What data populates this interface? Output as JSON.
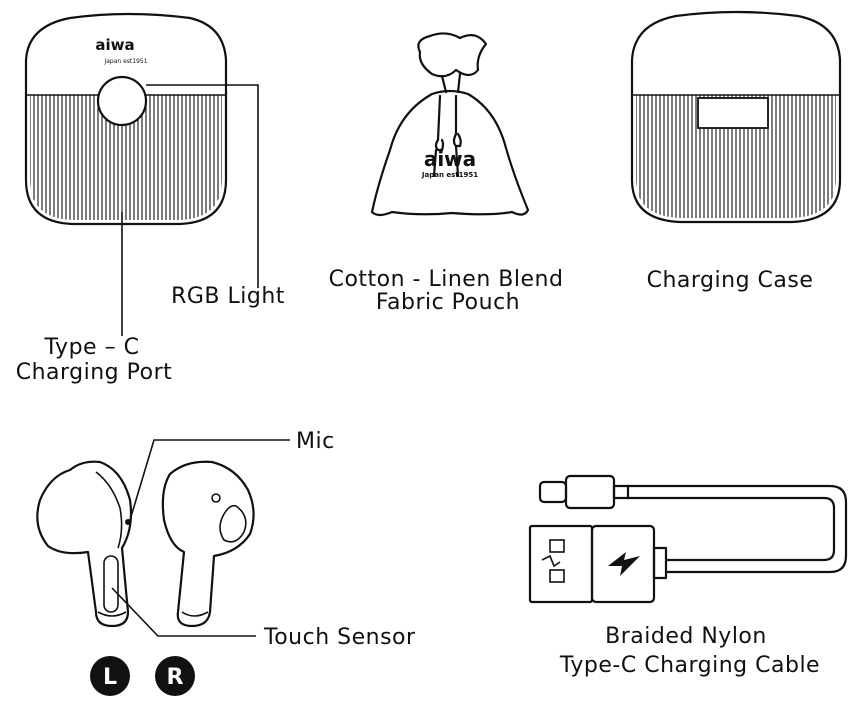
{
  "case_front": {
    "brand": "aiwa",
    "tagline": "Japan est1951",
    "label_rgb": "RGB Light",
    "label_port_line1": "Type – C",
    "label_port_line2": "Charging Port"
  },
  "pouch": {
    "brand": "aiwa",
    "tagline": "Japan est1951",
    "label_line1": "Cotton - Linen Blend",
    "label_line2": "Fabric Pouch"
  },
  "case_back": {
    "label": "Charging Case"
  },
  "earbuds": {
    "label_mic": "Mic",
    "label_touch": "Touch Sensor",
    "badge_left": "L",
    "badge_right": "R"
  },
  "cable": {
    "label_line1": "Braided Nylon",
    "label_line2": "Type-C Charging Cable"
  }
}
